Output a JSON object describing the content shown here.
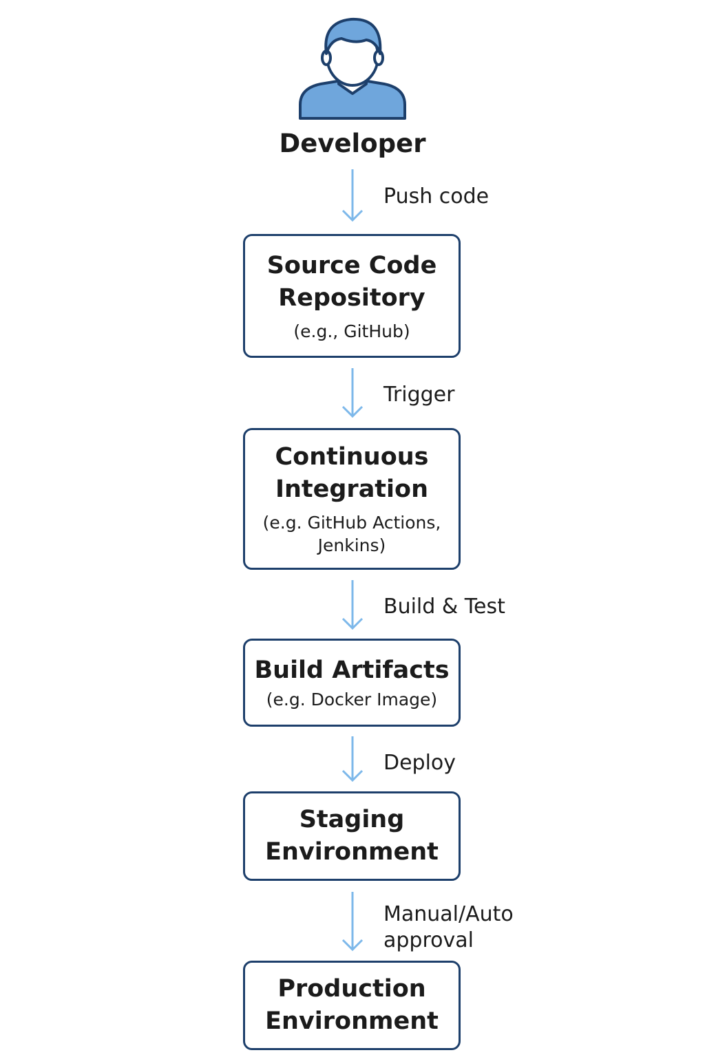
{
  "actor": {
    "label": "Developer",
    "icon": "developer-person-icon"
  },
  "stages": [
    {
      "id": "source-code-repository",
      "title": "Source Code\nRepository",
      "note": "(e.g., GitHub)"
    },
    {
      "id": "continuous-integration",
      "title": "Continuous\nIntegration",
      "note": "(e.g. GitHub Actions,\nJenkins)"
    },
    {
      "id": "build-artifacts",
      "title": "Build Artifacts",
      "note": "(e.g. Docker Image)"
    },
    {
      "id": "staging-environment",
      "title": "Staging\nEnvironment",
      "note": ""
    },
    {
      "id": "production-environment",
      "title": "Production\nEnvironment",
      "note": ""
    }
  ],
  "flows": [
    {
      "label": "Push code"
    },
    {
      "label": "Trigger"
    },
    {
      "label": "Build & Test"
    },
    {
      "label": "Deploy"
    },
    {
      "label": "Manual/Auto\napproval"
    }
  ],
  "colors": {
    "box_border": "#1d3f6b",
    "arrow": "#7db8ea",
    "icon_fill": "#6fa6dc",
    "icon_stroke": "#1d3f6b"
  }
}
